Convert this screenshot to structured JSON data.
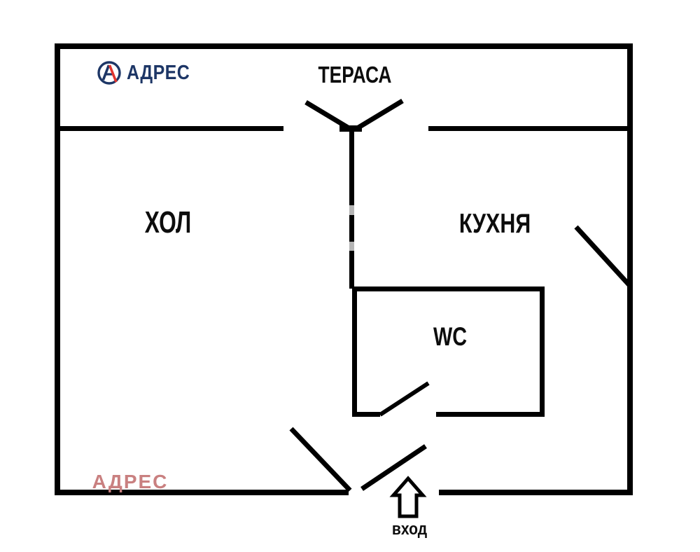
{
  "brand": {
    "name": "АДРЕС",
    "logo_icon": "circled-a-with-red-slash",
    "color_navy": "#1d3666",
    "color_red": "#e0352f"
  },
  "watermark": {
    "text": "АДРЕС",
    "color": "#c98080"
  },
  "rooms": {
    "terrace": {
      "label": "ТЕРАСА"
    },
    "hall": {
      "label": "ХОЛ"
    },
    "kitchen": {
      "label": "КУХНЯ"
    },
    "wc": {
      "label": "WC"
    }
  },
  "entrance": {
    "label": "вход",
    "arrow_icon": "up-arrow"
  },
  "plan": {
    "wall_color": "#000000",
    "background": "#ffffff",
    "faded_patch_color": "#b5b5b5"
  }
}
